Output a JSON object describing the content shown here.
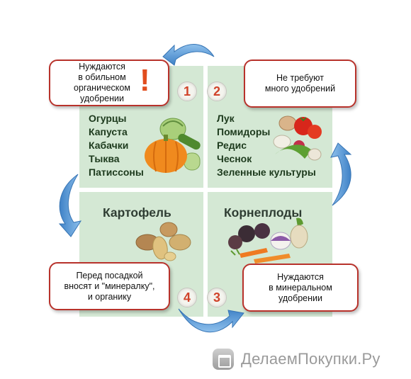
{
  "quadrants": {
    "q1": {
      "number": "1",
      "callout": "Нуждаются\nв обильном\nорганическом\nудобрении",
      "exclamation": "!",
      "items": [
        "Огурцы",
        "Капуста",
        "Кабачки",
        "Тыква",
        "Патиссоны"
      ],
      "illustration": "pumpkin-cucumbers-cabbage-icon"
    },
    "q2": {
      "number": "2",
      "callout": "Не требуют\nмного удобрений",
      "items": [
        "Лук",
        "Помидоры",
        "Редис",
        "Чеснок",
        "Зеленные культуры"
      ],
      "illustration": "tomatoes-onions-radish-icon"
    },
    "q3": {
      "number": "3",
      "title": "Корнеплоды",
      "callout": "Нуждаются\nв минеральном\nудобрении",
      "illustration": "root-vegetables-icon"
    },
    "q4": {
      "number": "4",
      "title": "Картофель",
      "callout": "Перед посадкой\nвносят и \"минералку\",\nи органику",
      "illustration": "potatoes-icon"
    }
  },
  "arrows": [
    "cycle-arrow-top-icon",
    "cycle-arrow-right-icon",
    "cycle-arrow-bottom-icon",
    "cycle-arrow-left-icon"
  ],
  "watermark": {
    "text": "ДелаемПокупки.Ру",
    "logo": "shopping-bag-logo-icon"
  },
  "colors": {
    "quadrant_bg": "#d4e8d4",
    "callout_border": "#b8322b",
    "number_color": "#d0432a",
    "arrow_color": "#4a8fd0",
    "exclamation": "#e14d1e"
  }
}
